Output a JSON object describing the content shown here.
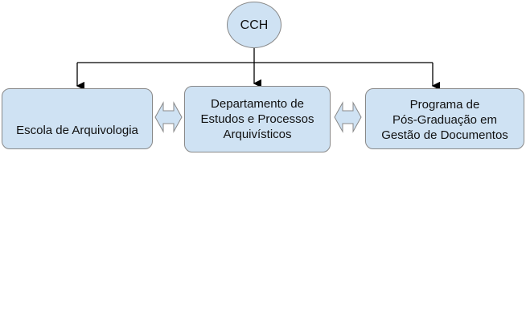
{
  "nodes": {
    "root": "CCH",
    "left": "Escola de Arquivologia",
    "middle": [
      "Departamento de",
      "Estudos e Processos",
      "Arquivísticos"
    ],
    "right": [
      "Programa de",
      "Pós-Graduação em",
      "Gestão de Documentos"
    ]
  },
  "colors": {
    "fill": "#cfe2f3",
    "border": "#888888",
    "line": "#000000"
  }
}
